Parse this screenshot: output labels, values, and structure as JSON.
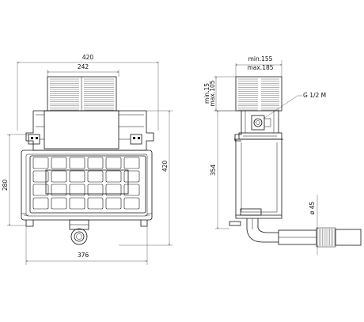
{
  "drawing": {
    "front_view": {
      "overall_width": "420",
      "grille_width": "242",
      "lower_height": "280",
      "overall_height": "420",
      "base_width": "376"
    },
    "side_view": {
      "depth_min": "min.155",
      "depth_max": "max.185",
      "offset_min": "min.15",
      "offset_max": "max.105",
      "connection_label": "G 1/2 M",
      "height": "354",
      "pipe_diameter": "ø 45"
    }
  }
}
